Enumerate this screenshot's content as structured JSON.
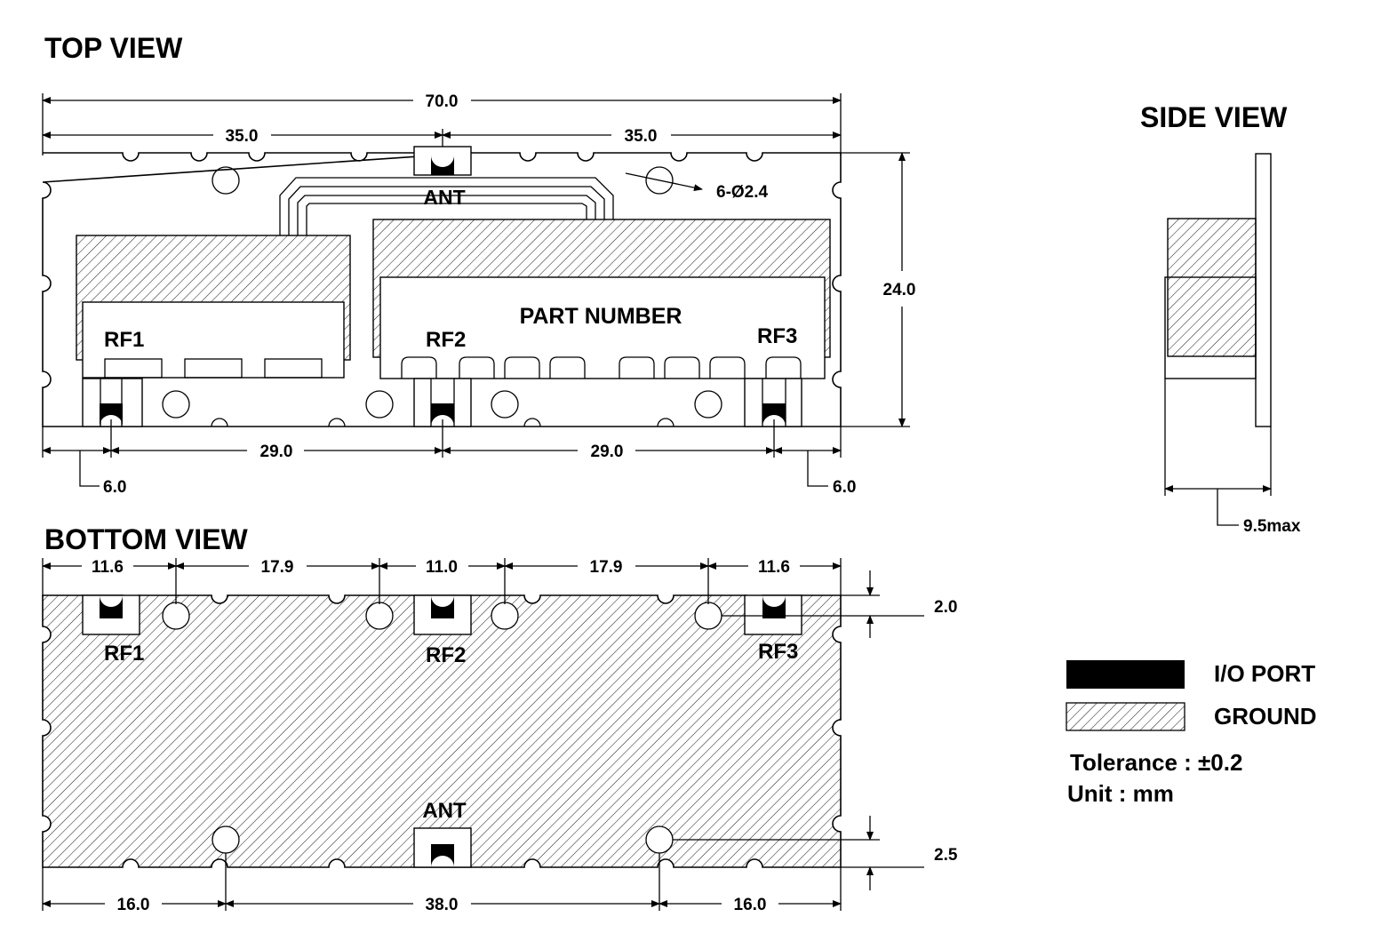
{
  "views": {
    "top": "TOP VIEW",
    "side": "SIDE VIEW",
    "bottom": "BOTTOM VIEW"
  },
  "top_view": {
    "dim_overall_width": "70.0",
    "dim_half_left": "35.0",
    "dim_half_right": "35.0",
    "dim_height": "24.0",
    "hole_callout": "6-Ø2.4",
    "ant_label": "ANT",
    "part_number": "PART NUMBER",
    "rf1": "RF1",
    "rf2": "RF2",
    "rf3": "RF3",
    "dim_pitch_left": "29.0",
    "dim_pitch_right": "29.0",
    "dim_edge_left": "6.0",
    "dim_edge_right": "6.0"
  },
  "side_view": {
    "dim_thickness": "9.5max"
  },
  "bottom_view": {
    "dim_a": "11.6",
    "dim_b": "17.9",
    "dim_c": "11.0",
    "dim_d": "17.9",
    "dim_e": "11.6",
    "dim_top_offset": "2.0",
    "dim_bottom_offset": "2.5",
    "rf1": "RF1",
    "rf2": "RF2",
    "rf3": "RF3",
    "ant_label": "ANT",
    "dim_hole_left": "16.0",
    "dim_hole_span": "38.0",
    "dim_hole_right": "16.0"
  },
  "legend": {
    "io_port": "I/O PORT",
    "ground": "GROUND"
  },
  "notes": {
    "tolerance": "Tolerance : ±0.2",
    "unit": "Unit : mm"
  },
  "colors": {
    "line": "#000000",
    "background": "#ffffff",
    "io_port_fill": "#000000"
  }
}
